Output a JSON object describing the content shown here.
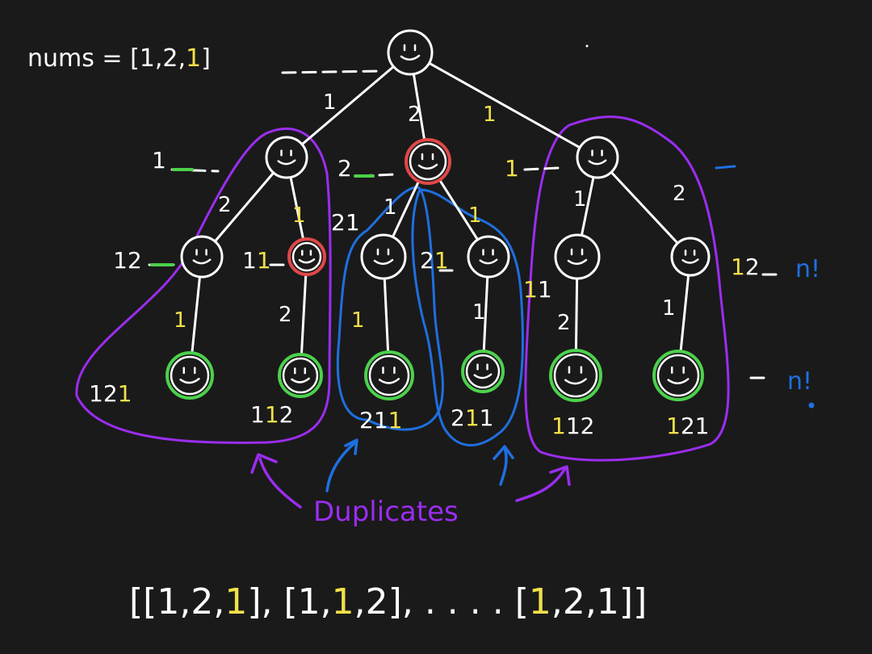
{
  "colors": {
    "background": "#1a1a1a",
    "ink": "#ffffff",
    "highlight": "#f2e04a",
    "green": "#4cd14c",
    "red": "#e04848",
    "purple": "#9b2df0",
    "blue": "#1f6fe0"
  },
  "title": {
    "prefix": "nums = [1,2,",
    "hl": "1",
    "suffix": "]"
  },
  "annotations": {
    "level2_factorial": "n!",
    "leaf_factorial": "n!",
    "duplicates": "Duplicates"
  },
  "tree": {
    "root": {
      "id": "root",
      "ring": "white"
    },
    "level1": [
      {
        "id": "n1",
        "edge_label": "1",
        "edge_hl": false,
        "path_text": "1",
        "path_hl": [
          false
        ],
        "ring": "white"
      },
      {
        "id": "n2",
        "edge_label": "2",
        "edge_hl": false,
        "path_text": "2",
        "path_hl": [
          false
        ],
        "ring": "red"
      },
      {
        "id": "n3",
        "edge_label": "1",
        "edge_hl": true,
        "path_text": "1",
        "path_hl": [
          true
        ],
        "ring": "white"
      }
    ],
    "level2": [
      {
        "id": "n11",
        "parent": "n1",
        "edge_label": "2",
        "edge_hl": false,
        "path_text": "12",
        "path_hl": [
          false,
          false
        ],
        "ring": "white"
      },
      {
        "id": "n12",
        "parent": "n1",
        "edge_label": "1",
        "edge_hl": true,
        "path_text": "11",
        "path_hl": [
          false,
          true
        ],
        "ring": "red"
      },
      {
        "id": "n21",
        "parent": "n2",
        "edge_label": "1",
        "edge_hl": false,
        "path_text": "21",
        "path_hl": [
          false,
          false
        ],
        "ring": "white"
      },
      {
        "id": "n22",
        "parent": "n2",
        "edge_label": "1",
        "edge_hl": true,
        "path_text": "21",
        "path_hl": [
          false,
          true
        ],
        "ring": "white"
      },
      {
        "id": "n31",
        "parent": "n3",
        "edge_label": "1",
        "edge_hl": false,
        "path_text": "11",
        "path_hl": [
          true,
          false
        ],
        "ring": "white"
      },
      {
        "id": "n32",
        "parent": "n3",
        "edge_label": "2",
        "edge_hl": false,
        "path_text": "12",
        "path_hl": [
          true,
          false
        ],
        "ring": "white"
      }
    ],
    "leaves": [
      {
        "id": "l1",
        "parent": "n11",
        "edge_label": "1",
        "edge_hl": true,
        "path_text": "121",
        "path_hl": [
          false,
          false,
          true
        ],
        "ring": "green"
      },
      {
        "id": "l2",
        "parent": "n12",
        "edge_label": "2",
        "edge_hl": false,
        "path_text": "112",
        "path_hl": [
          false,
          true,
          false
        ],
        "ring": "green"
      },
      {
        "id": "l3",
        "parent": "n21",
        "edge_label": "1",
        "edge_hl": true,
        "path_text": "211",
        "path_hl": [
          false,
          false,
          true
        ],
        "ring": "green"
      },
      {
        "id": "l4",
        "parent": "n22",
        "edge_label": "1",
        "edge_hl": false,
        "path_text": "211",
        "path_hl": [
          false,
          true,
          false
        ],
        "ring": "green"
      },
      {
        "id": "l5",
        "parent": "n31",
        "edge_label": "2",
        "edge_hl": false,
        "path_text": "112",
        "path_hl": [
          true,
          false,
          false
        ],
        "ring": "green"
      },
      {
        "id": "l6",
        "parent": "n32",
        "edge_label": "1",
        "edge_hl": false,
        "path_text": "121",
        "path_hl": [
          true,
          false,
          false
        ],
        "ring": "green"
      }
    ]
  },
  "result": {
    "open": "[",
    "close": "]",
    "separator": ", ",
    "ellipsis": ". . . .",
    "lists": [
      {
        "values": [
          "1",
          "2",
          "1"
        ],
        "hl": [
          false,
          false,
          true
        ]
      },
      {
        "values": [
          "1",
          "1",
          "2"
        ],
        "hl": [
          false,
          true,
          false
        ]
      },
      {
        "values": [
          "1",
          "2",
          "1"
        ],
        "hl": [
          true,
          false,
          false
        ]
      }
    ]
  }
}
